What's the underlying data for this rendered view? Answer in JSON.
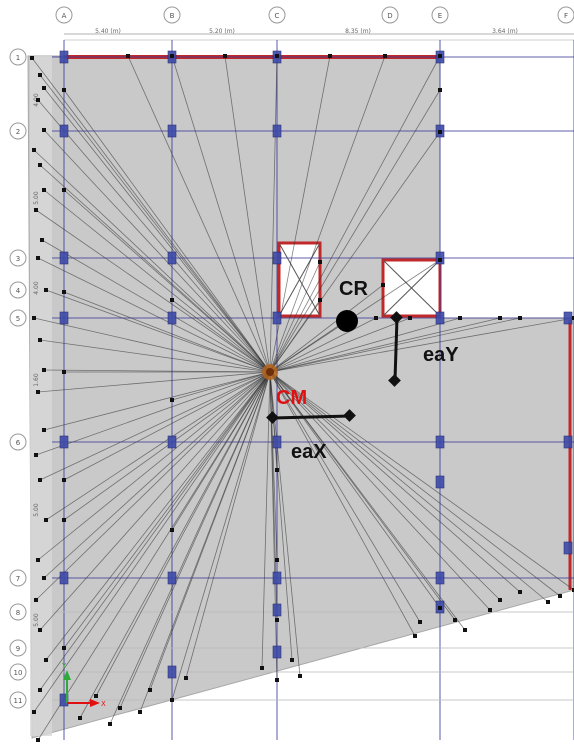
{
  "grid": {
    "columns": [
      "A",
      "B",
      "C",
      "D",
      "E",
      "F"
    ],
    "rows": [
      "1",
      "2",
      "3",
      "4",
      "5",
      "6",
      "7",
      "8",
      "9",
      "10",
      "11"
    ],
    "top_dimensions": [
      "5.40 (m)",
      "5.20 (m)",
      "8.35 (m)",
      "3.64 (m)"
    ],
    "side_dimensions": [
      "4.00",
      "5.00",
      "4.00",
      "1.60",
      "5.00",
      "5.00"
    ]
  },
  "labels": {
    "cm": "CM",
    "cr": "CR",
    "eax": "eaX",
    "eay": "eaY"
  },
  "axis_triad": {
    "x": "X",
    "y": "Y"
  },
  "colors": {
    "slab": "#c9c9c9",
    "grid_line": "#3c3c9a",
    "wall": "#c0282a",
    "cm_text": "#e01010",
    "black": "#111111"
  }
}
